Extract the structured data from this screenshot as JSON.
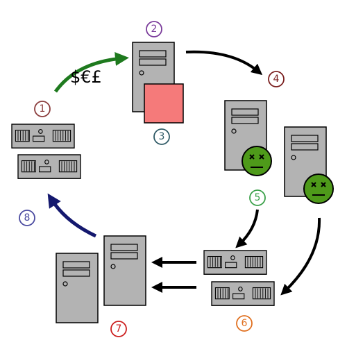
{
  "money_label": "$€£",
  "steps": [
    {
      "label": "1",
      "color": "#8a3b3b"
    },
    {
      "label": "2",
      "color": "#7a3b9a"
    },
    {
      "label": "3",
      "color": "#2f5a66"
    },
    {
      "label": "4",
      "color": "#7a1f1f"
    },
    {
      "label": "5",
      "color": "#39a048"
    },
    {
      "label": "6",
      "color": "#e07020"
    },
    {
      "label": "7",
      "color": "#cc1e1e"
    },
    {
      "label": "8",
      "color": "#4a4aa0"
    }
  ],
  "colors": {
    "server_fill": "#b3b3b3",
    "server_stroke": "#000000",
    "payload_fill": "#f57a7a",
    "dead_face": "#4e9a1a",
    "arrow_green": "#1e7a1e",
    "arrow_navy": "#14186e",
    "arrow_black": "#000000"
  }
}
